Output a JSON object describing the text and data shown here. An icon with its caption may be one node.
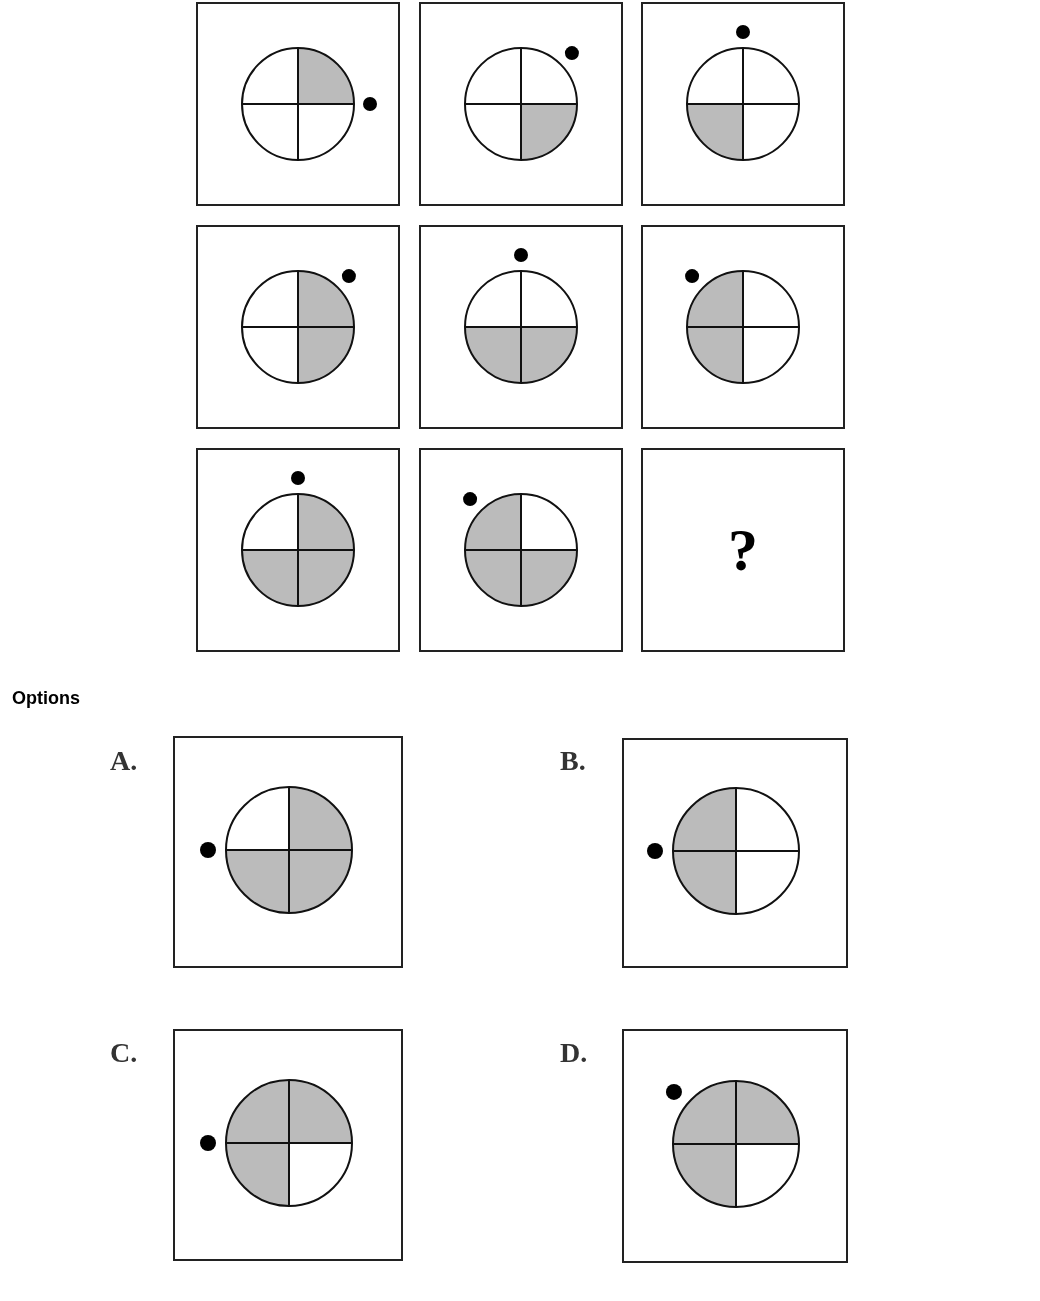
{
  "diagram": {
    "nodes": [
      {
        "text": [],
        "shape": "picture"
      },
      {
        "text": [],
        "shape": "picture"
      },
      {
        "text": [],
        "shape": "picture"
      },
      {
        "text": [],
        "shape": "picture"
      },
      {
        "text": [],
        "shape": "picture"
      },
      {
        "text": [],
        "shape": "picture"
      },
      {
        "text": [],
        "shape": "picture"
      },
      {
        "text": [],
        "shape": "picture"
      },
      {
        "text": [
          "?"
        ]
      },
      {
        "text": [
          "A."
        ]
      },
      {
        "text": [
          "B."
        ]
      },
      {
        "text": [
          "C."
        ]
      },
      {
        "text": [
          "D."
        ]
      }
    ],
    "labels": [
      "Options"
    ]
  }
}
